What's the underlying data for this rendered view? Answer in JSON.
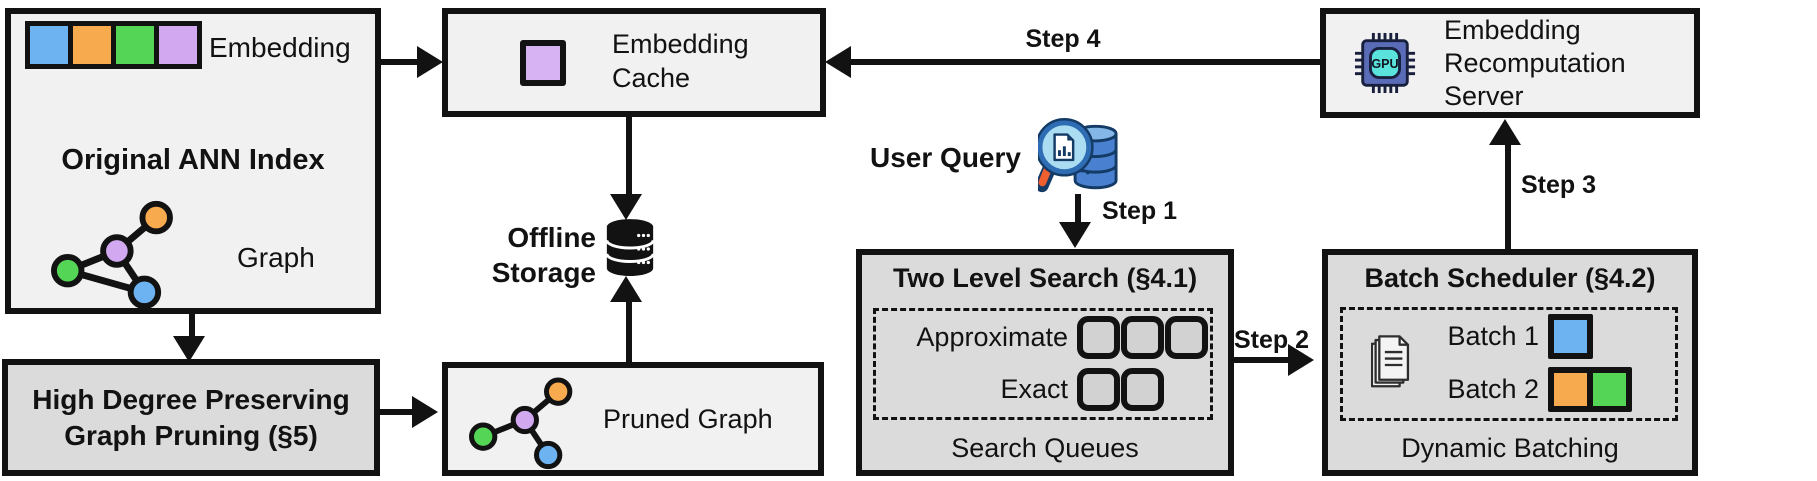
{
  "palette": {
    "blue": "#6db3f2",
    "orange": "#f8ab4e",
    "green": "#55d555",
    "purple": "#d2a9f1",
    "purple_light": "#d8b3f4",
    "box_light": "#f1f1f1",
    "box_dark": "#dbdbdb",
    "queue_fill": "#d2d2d2",
    "ink": "#121212",
    "db_blue": "#4a80d0",
    "db_blue_light": "#85b6e8",
    "db_ink": "#143a66",
    "lens_fill": "#aadcf2",
    "ring_blue": "#2e6db4",
    "handle_orange": "#f05f30",
    "chip_blue": "#5a6cb8",
    "chip_teal": "#5ae2dc"
  },
  "original_index": {
    "title": "Original ANN Index",
    "embedding_label": "Embedding",
    "graph_label": "Graph",
    "embedding_cells": [
      "blue",
      "orange",
      "green",
      "purple"
    ]
  },
  "graph_pruning": {
    "title_line1": "High Degree Preserving",
    "title_line2": "Graph Pruning (§5)"
  },
  "embedding_cache": {
    "title_line1": "Embedding",
    "title_line2": "Cache"
  },
  "offline_storage": {
    "label_line1": "Offline",
    "label_line2": "Storage"
  },
  "pruned_graph": {
    "label": "Pruned Graph"
  },
  "user_query": {
    "label": "User Query"
  },
  "two_level_search": {
    "title": "Two Level Search (§4.1)",
    "approximate_label": "Approximate",
    "exact_label": "Exact",
    "approximate_slots": 3,
    "exact_slots": 2,
    "footer": "Search Queues"
  },
  "batch_scheduler": {
    "title": "Batch Scheduler (§4.2)",
    "batch1_label": "Batch 1",
    "batch2_label": "Batch 2",
    "batch1_colors": [
      "blue"
    ],
    "batch2_colors": [
      "orange",
      "green"
    ],
    "footer": "Dynamic Batching"
  },
  "recompute_server": {
    "title_line1": "Embedding",
    "title_line2": "Recomputation",
    "title_line3": "Server",
    "chip_label": "GPU"
  },
  "steps": {
    "step1": "Step 1",
    "step2": "Step 2",
    "step3": "Step 3",
    "step4": "Step 4"
  }
}
